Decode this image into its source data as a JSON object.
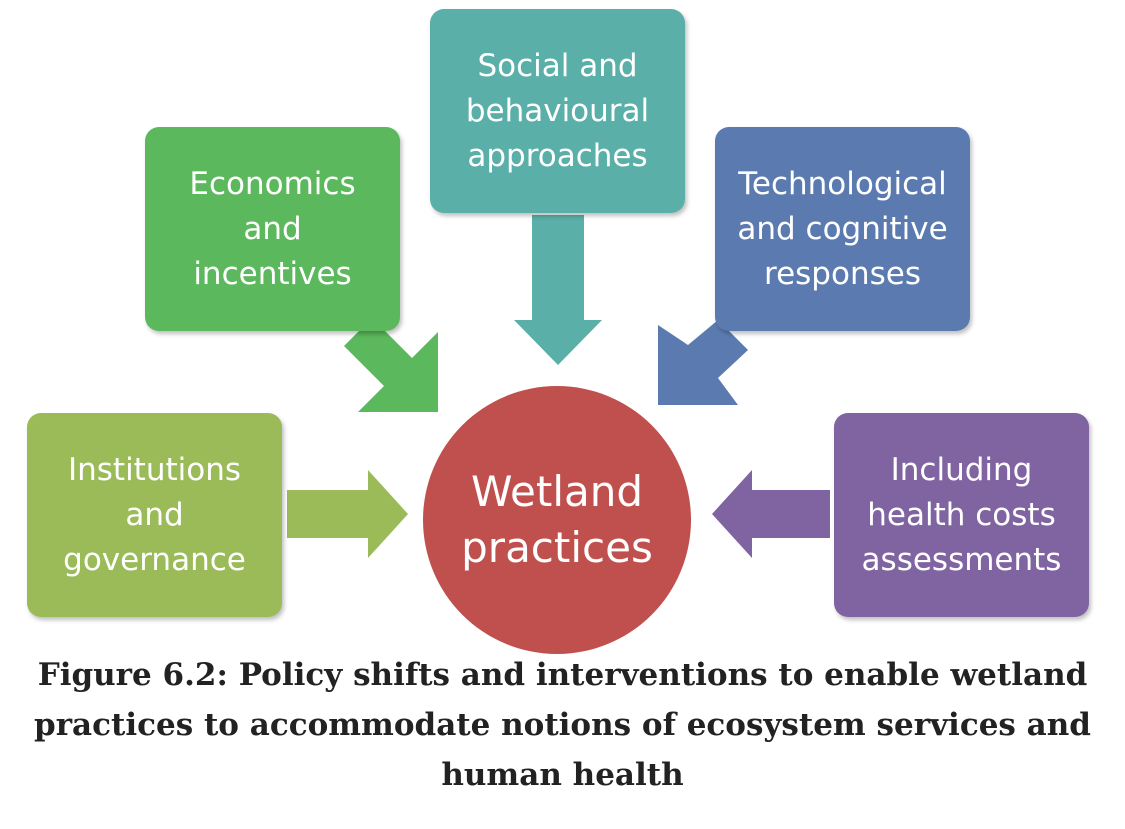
{
  "center": {
    "label": "Wetland\npractices",
    "color": "#c0504d"
  },
  "nodes": [
    {
      "id": "economics",
      "label": "Economics\nand\nincentives",
      "color": "#5cb85c"
    },
    {
      "id": "social",
      "label": "Social and\nbehavioural\napproaches",
      "color": "#5aafa8"
    },
    {
      "id": "technological",
      "label": "Technological\nand cognitive\nresponses",
      "color": "#5b7bb0"
    },
    {
      "id": "institutions",
      "label": "Institutions\nand\ngovernance",
      "color": "#9bbb59"
    },
    {
      "id": "health",
      "label": "Including\nhealth costs\nassessments",
      "color": "#8064a2"
    }
  ],
  "caption": "Figure 6.2: Policy shifts and interventions to enable wetland practices to accommodate notions of ecosystem services and human health"
}
